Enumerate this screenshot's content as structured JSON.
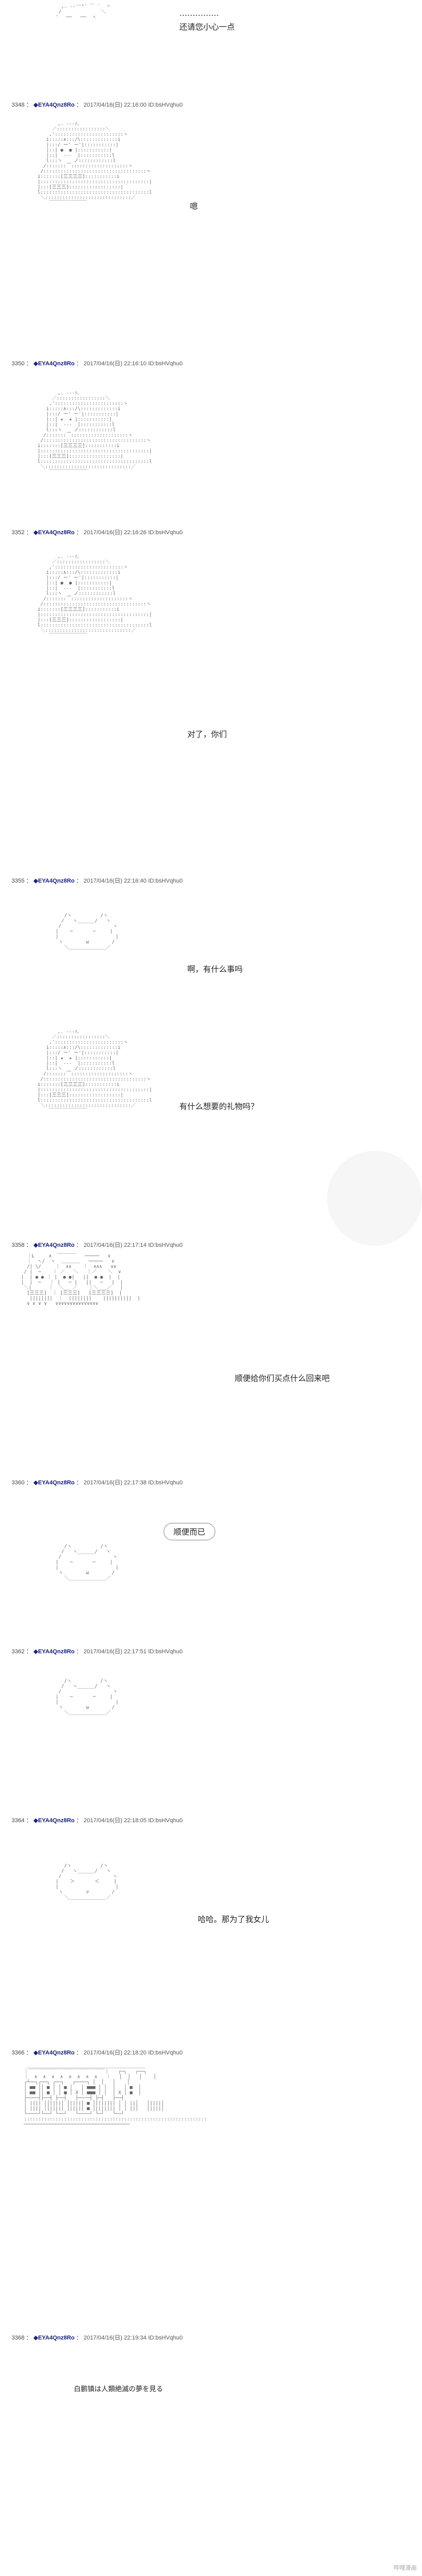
{
  "posts": [
    {
      "speech": "……………\n还请您小心一点"
    },
    {
      "header": {
        "num": "3348",
        "name": "◆EYA4Qnz8Ro",
        "date": "2017/04/16(日) 22:16:00",
        "uid": "ID:bsHVqhu0"
      },
      "speech": "嗯"
    },
    {
      "header": {
        "num": "3350",
        "name": "◆EYA4Qnz8Ro",
        "date": "2017/04/16(日) 22:16:10",
        "uid": "ID:bsHVqhu0"
      },
      "speech": ""
    },
    {
      "header": {
        "num": "3352",
        "name": "◆EYA4Qnz8Ro",
        "date": "2017/04/16(日) 22:16:26",
        "uid": "ID:bsHVqhu0"
      },
      "speech": "对了，你们"
    },
    {
      "header": {
        "num": "3355",
        "name": "◆EYA4Qnz8Ro",
        "date": "2017/04/16(日) 22:16:40",
        "uid": "ID:bsHVqhu0"
      },
      "speech": "啊，有什么事吗",
      "speech2": "有什么想要的礼物吗？"
    },
    {
      "header": {
        "num": "3358",
        "name": "◆EYA4Qnz8Ro",
        "date": "2017/04/16(日) 22:17:14",
        "uid": "ID:bsHVqhu0"
      },
      "speech": "顺便给你们买点什么回来吧"
    },
    {
      "header": {
        "num": "3360",
        "name": "◆EYA4Qnz8Ro",
        "date": "2017/04/16(日) 22:17:38",
        "uid": "ID:bsHVqhu0"
      },
      "speech": "顺便而已"
    },
    {
      "header": {
        "num": "3362",
        "name": "◆EYA4Qnz8Ro",
        "date": "2017/04/16(日) 22:17:51",
        "uid": "ID:bsHVqhu0"
      },
      "speech": ""
    },
    {
      "header": {
        "num": "3364",
        "name": "◆EYA4Qnz8Ro",
        "date": "2017/04/16(日) 22:18:05",
        "uid": "ID:bsHVqhu0"
      },
      "speech": "哈哈。那为了我女儿"
    },
    {
      "header": {
        "num": "3366",
        "name": "◆EYA4Qnz8Ro",
        "date": "2017/04/16(日) 22:18:20",
        "uid": "ID:bsHVqhu0"
      },
      "speech": ""
    },
    {
      "header": {
        "num": "3368",
        "name": "◆EYA4Qnz8Ro",
        "date": "2017/04/16(日) 22:19:34",
        "uid": "ID:bsHVqhu0"
      },
      "speech": "白鹏镇は人類絶滅の夢を見る"
    }
  ],
  "watermark": "哔哩漫画"
}
